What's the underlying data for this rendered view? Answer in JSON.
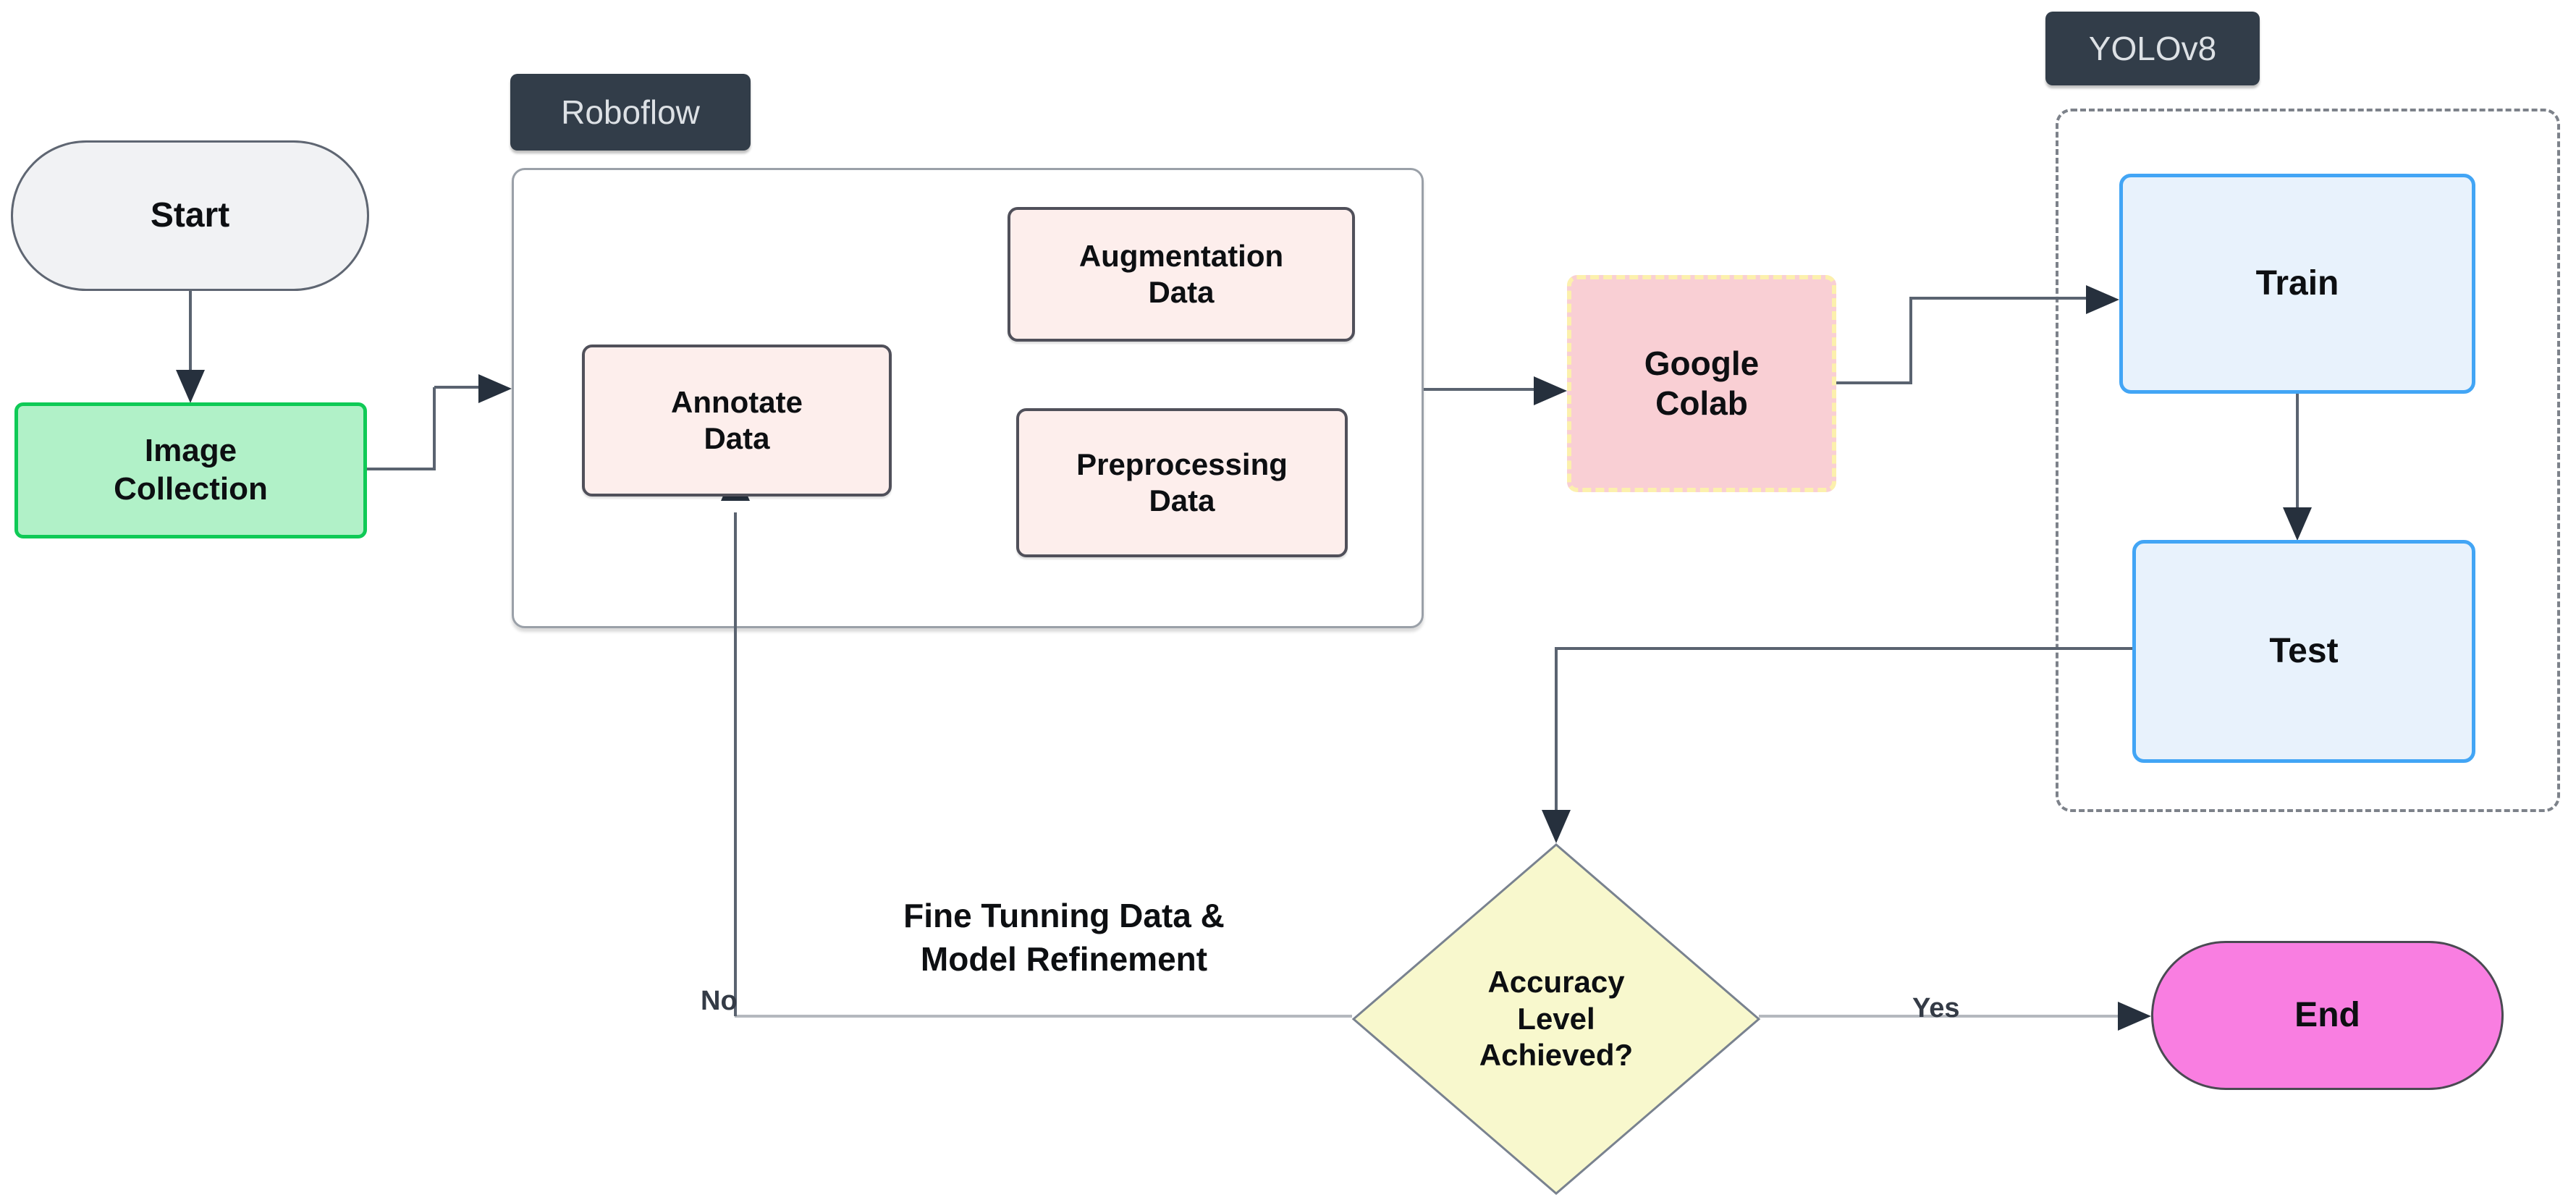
{
  "flowchart": {
    "nodes": {
      "start": {
        "label": "Start"
      },
      "image_collection": {
        "label": "Image\nCollection"
      },
      "annotate_data": {
        "label": "Annotate\nData"
      },
      "augmentation_data": {
        "label": "Augmentation\nData"
      },
      "preprocessing_data": {
        "label": "Preprocessing\nData"
      },
      "google_colab": {
        "label": "Google\nColab"
      },
      "train": {
        "label": "Train"
      },
      "test": {
        "label": "Test"
      },
      "decision": {
        "label": "Accuracy\nLevel\nAchieved?"
      },
      "end": {
        "label": "End"
      }
    },
    "groups": {
      "roboflow": {
        "label": "Roboflow"
      },
      "yolov8": {
        "label": "YOLOv8"
      }
    },
    "edge_labels": {
      "no": "No",
      "yes": "Yes"
    },
    "annotations": {
      "feedback_note": "Fine Tunning Data &\nModel Refinement"
    },
    "colors": {
      "canvas_bg": "#ffffff",
      "line": "#5a6370",
      "line_light": "#b4b8be",
      "arrowhead": "#26303d",
      "text": "#0d0f12",
      "start_fill": "#f1f2f4",
      "start_border": "#5f6672",
      "green_fill": "#b1f1c8",
      "green_border": "#0fca56",
      "pink_fill": "#fdeeec",
      "pink_border": "#50505a",
      "colab_fill": "#f9cfd4",
      "colab_border": "#fcf0ad",
      "blue_fill": "#e8f2fc",
      "blue_border": "#42a5f5",
      "diamond_fill": "#f8f8cd",
      "diamond_border": "#79828f",
      "end_fill": "#f97ee1",
      "end_border": "#4a4a52",
      "label_bg": "#323d49",
      "label_text": "#dde1e5",
      "container_border": "#9aa0a8",
      "dashed_border": "#7d828a"
    }
  }
}
